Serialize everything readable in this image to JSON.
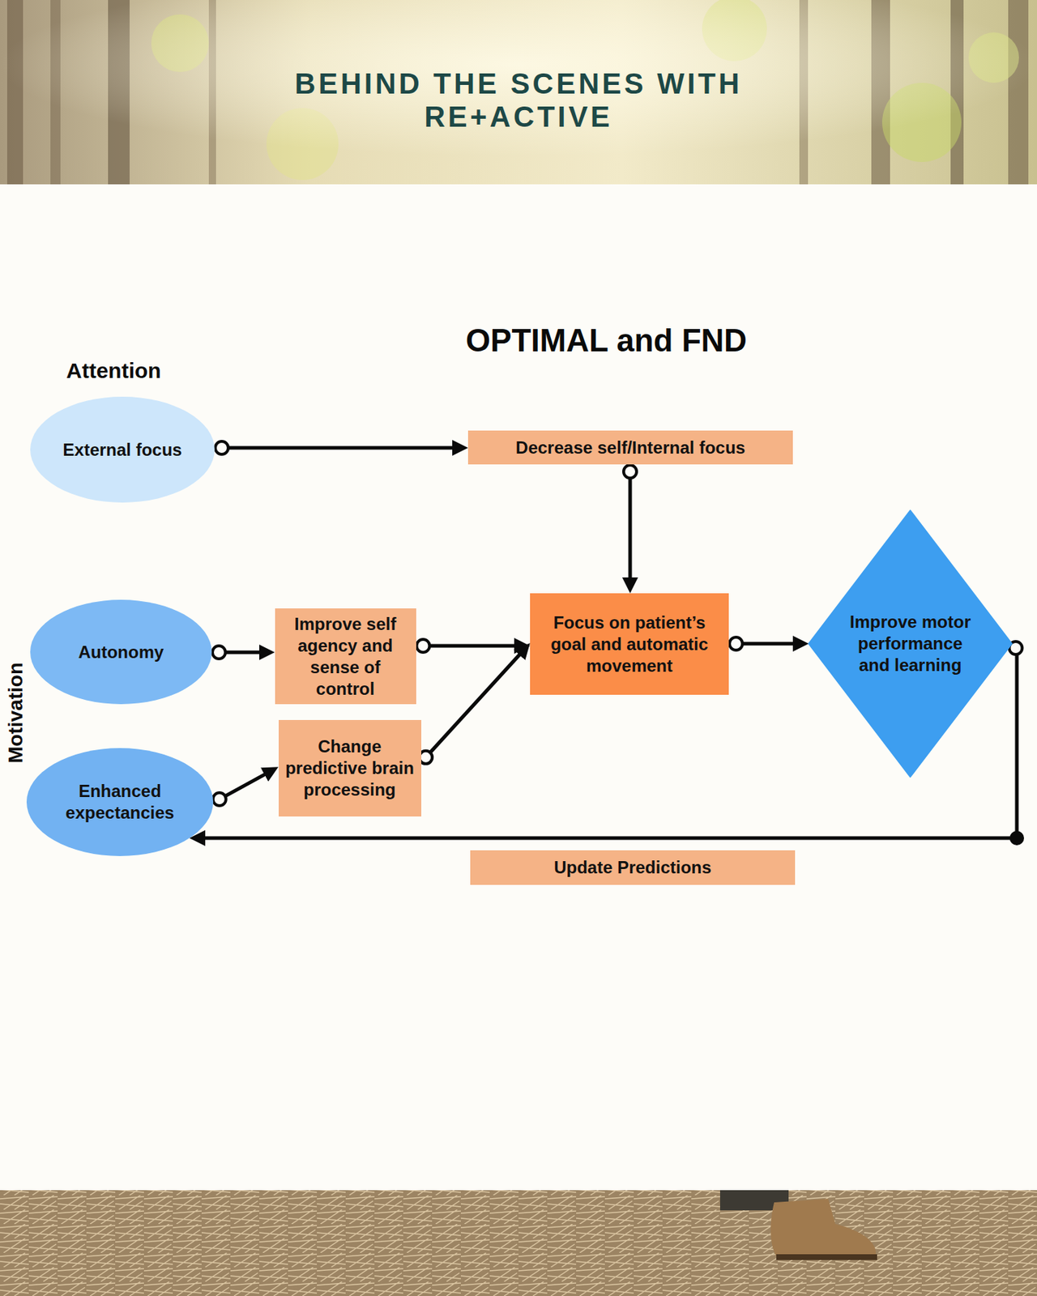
{
  "diagram": {
    "title": "OPTIMAL and FND",
    "nodes": [
      {
        "text": [
          "External focus"
        ]
      },
      {
        "text": [
          "Decrease self/Internal focus"
        ]
      },
      {
        "text": [
          "Autonomy"
        ]
      },
      {
        "text": [
          "Improve self agency and sense of control"
        ]
      },
      {
        "text": [
          "Focus on patient’s goal and automatic movement"
        ]
      },
      {
        "text": [
          "Improve motor performance and learning"
        ]
      },
      {
        "text": [
          "Enhanced expectancies"
        ]
      },
      {
        "text": [
          "Change predictive brain processing"
        ]
      }
    ],
    "edges": [
      {
        "from": 0,
        "to": 1,
        "arrow": "to"
      },
      {
        "from": 1,
        "to": 4,
        "arrow": "to"
      },
      {
        "from": 2,
        "to": 3,
        "arrow": "to"
      },
      {
        "from": 3,
        "to": 4,
        "arrow": "to"
      },
      {
        "from": 6,
        "to": 7,
        "arrow": "to"
      },
      {
        "from": 7,
        "to": 4,
        "arrow": "to"
      },
      {
        "from": 4,
        "to": 5,
        "arrow": "to"
      },
      {
        "from": 5,
        "to": 6,
        "arrow": "to",
        "label": "Update Predictions"
      }
    ],
    "labels": [
      "BEHIND THE SCENES WITH RE+ACTIVE",
      "Attention",
      "Motivation"
    ]
  }
}
